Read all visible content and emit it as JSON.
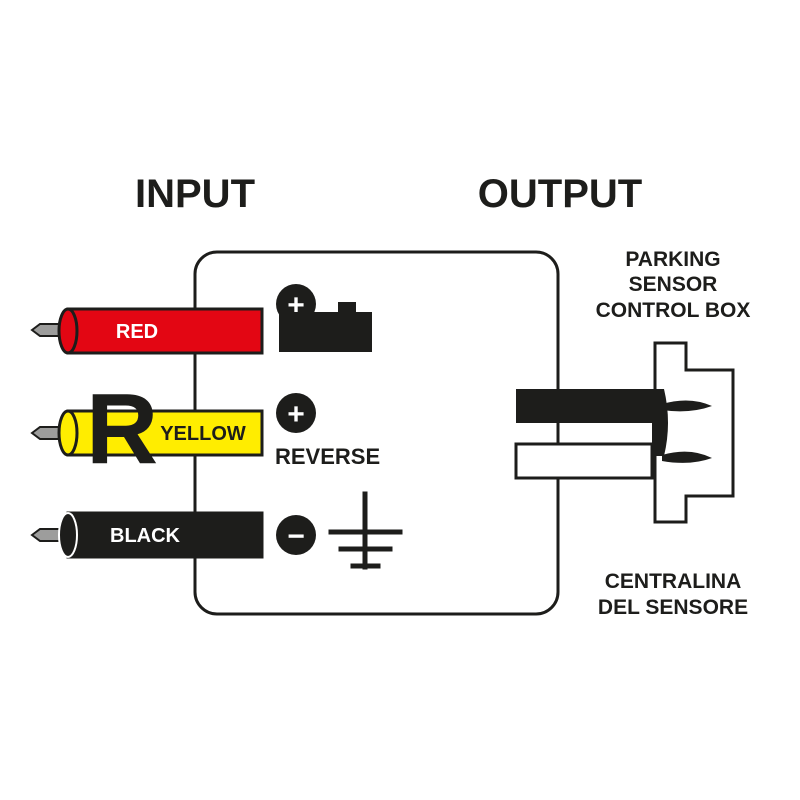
{
  "headings": {
    "input": "INPUT",
    "output": "OUTPUT"
  },
  "wires": {
    "red": {
      "label": "RED",
      "color": "#e30613",
      "text_color": "#ffffff"
    },
    "yellow": {
      "label": "YELLOW",
      "color": "#ffed00",
      "text_color": "#1d1d1b"
    },
    "black": {
      "label": "BLACK",
      "color": "#1d1d1b",
      "text_color": "#ffffff"
    }
  },
  "reverse_letter": "R",
  "terminals": {
    "positive_sign": "+",
    "reverse_sign": "+",
    "reverse_label": "REVERSE",
    "negative_sign": "−"
  },
  "output_device": {
    "name_line1": "PARKING",
    "name_line2": "SENSOR",
    "name_line3": "CONTROL BOX",
    "alt_line1": "CENTRALINA",
    "alt_line2": "DEL SENSORE"
  },
  "icons": [
    "battery-icon",
    "ground-icon",
    "plus-icon",
    "minus-icon",
    "connector-plug-icon"
  ]
}
